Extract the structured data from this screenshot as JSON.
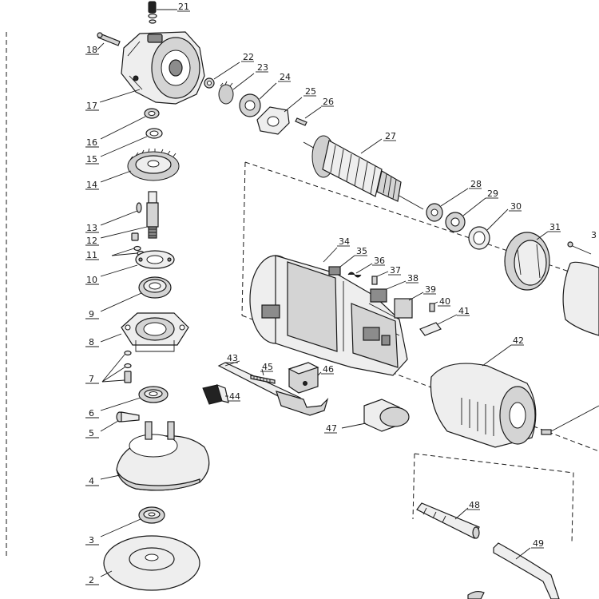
{
  "diagram": {
    "title": "Angle grinder exploded parts view",
    "labels": {
      "p2": "2",
      "p3": "3",
      "p4": "4",
      "p5": "5",
      "p6": "6",
      "p7": "7",
      "p8": "8",
      "p9": "9",
      "p10": "10",
      "p11": "11",
      "p12": "12",
      "p13": "13",
      "p14": "14",
      "p15": "15",
      "p16": "16",
      "p17": "17",
      "p18": "18",
      "p21": "21",
      "p22": "22",
      "p23": "23",
      "p24": "24",
      "p25": "25",
      "p26": "26",
      "p27": "27",
      "p28": "28",
      "p29": "29",
      "p30": "30",
      "p31": "31",
      "p32": "3",
      "p34": "34",
      "p35": "35",
      "p36": "36",
      "p37": "37",
      "p38": "38",
      "p39": "39",
      "p40": "40",
      "p41": "41",
      "p42": "42",
      "p43": "43",
      "p44": "44",
      "p45": "45",
      "p46": "46",
      "p47": "47",
      "p48": "48",
      "p49": "49"
    }
  }
}
